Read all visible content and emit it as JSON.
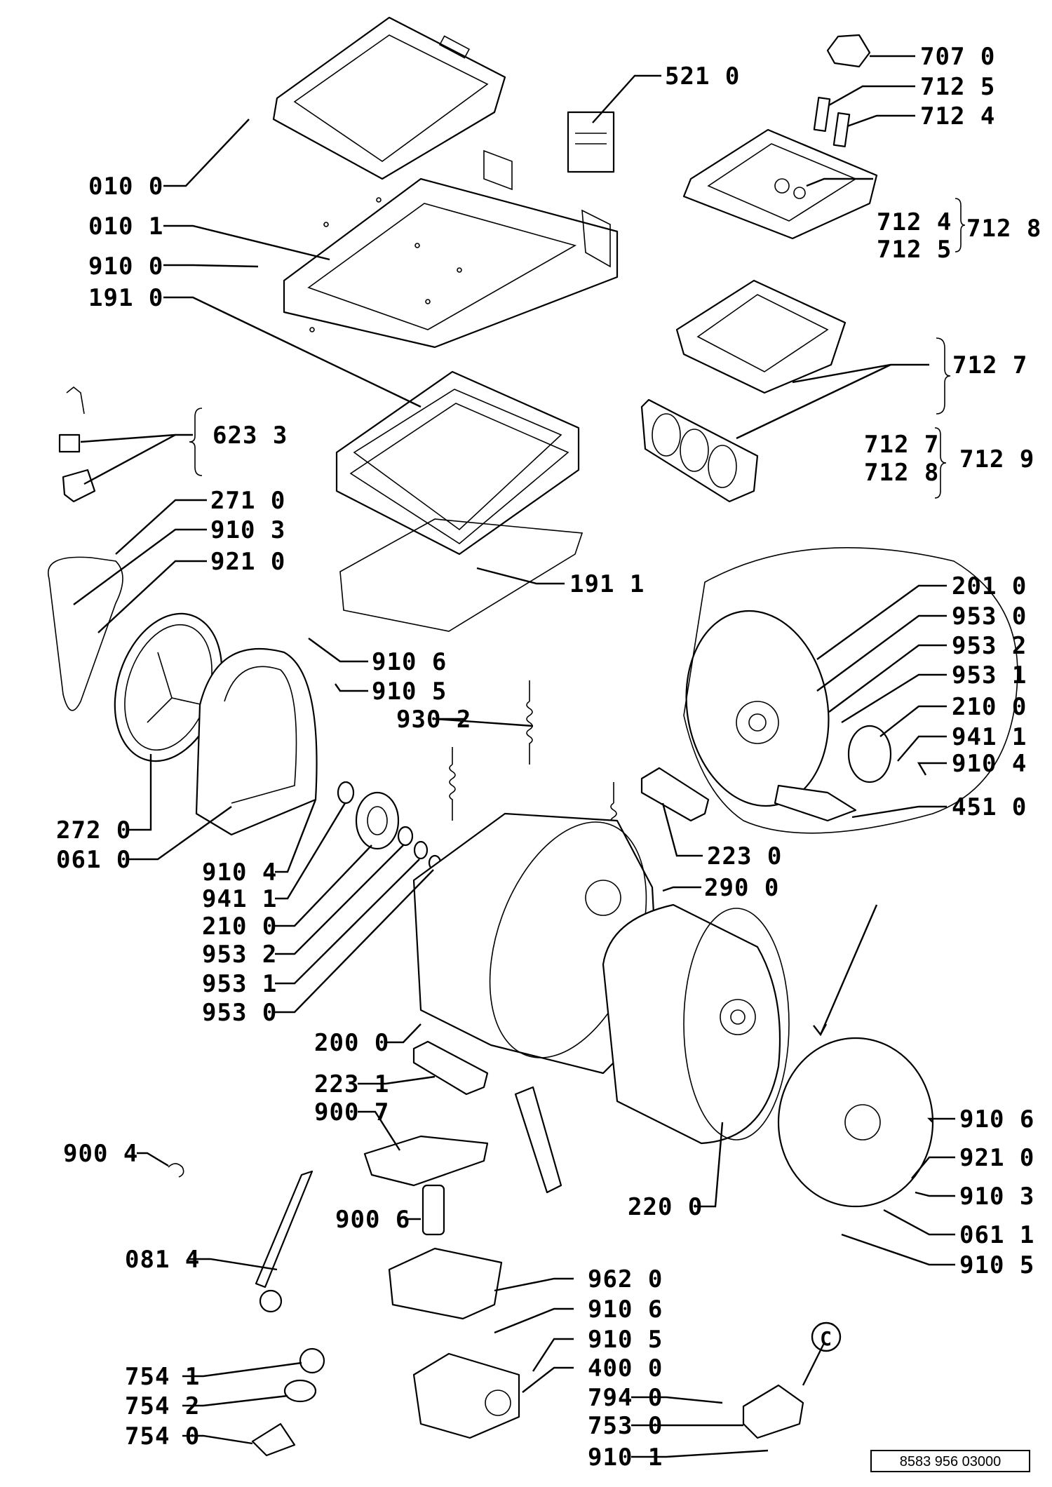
{
  "doc_number": "8583 956 03000",
  "circle_marker": "C",
  "labels": {
    "l0100": "010 0",
    "l0101": "010 1",
    "l9100": "910 0",
    "l1910": "191 0",
    "l5210": "521 0",
    "l7070": "707 0",
    "l7125a": "712 5",
    "l7124a": "712 4",
    "l7124b": "712 4",
    "l7125b": "712 5",
    "l7128a": "712 8",
    "l7127a": "712 7",
    "l7127b": "712 7",
    "l7128b": "712 8",
    "l7129": "712 9",
    "l6233": "623 3",
    "l2710": "271 0",
    "l9103a": "910 3",
    "l9210a": "921 0",
    "l1911": "191 1",
    "l2010": "201 0",
    "l9530a": "953 0",
    "l9532a": "953 2",
    "l9531a": "953 1",
    "l2100a": "210 0",
    "l9411a": "941 1",
    "l9104a": "910 4",
    "l4510": "451 0",
    "l9106a": "910 6",
    "l9105a": "910 5",
    "l9302": "930 2",
    "l2720": "272 0",
    "l0610": "061 0",
    "l9104b": "910 4",
    "l9411b": "941 1",
    "l2100b": "210 0",
    "l9532b": "953 2",
    "l9531b": "953 1",
    "l9530b": "953 0",
    "l2230": "223 0",
    "l2900": "290 0",
    "l2000": "200 0",
    "l2231": "223 1",
    "l9007": "900 7",
    "l9004": "900 4",
    "l9006": "900 6",
    "l2200": "220 0",
    "l0814": "081 4",
    "l9106b": "910 6",
    "l9210b": "921 0",
    "l9103b": "910 3",
    "l0611": "061 1",
    "l9105b": "910 5",
    "l9620": "962 0",
    "l9106c": "910 6",
    "l9105c": "910 5",
    "l4000": "400 0",
    "l7541": "754 1",
    "l7542": "754 2",
    "l7540": "754 0",
    "l7940": "794 0",
    "l7530": "753 0",
    "l9101": "910 1"
  }
}
